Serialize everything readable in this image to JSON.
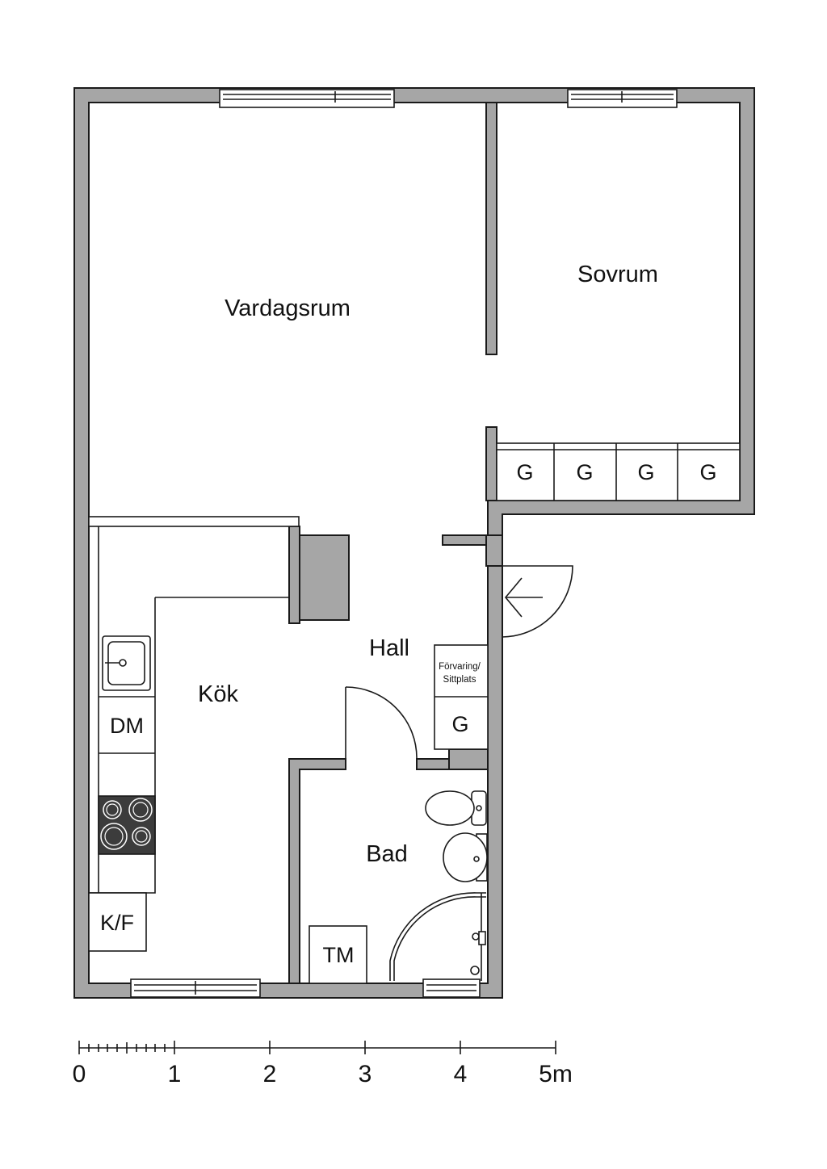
{
  "rooms": {
    "vardagsrum": "Vardagsrum",
    "sovrum": "Sovrum",
    "kok": "Kök",
    "hall": "Hall",
    "bad": "Bad"
  },
  "fixtures": {
    "wardrobe": "G",
    "dishwasher": "DM",
    "fridge_freezer": "K/F",
    "washing_machine": "TM",
    "storage_line1": "Förvaring/",
    "storage_line2": "Sittplats"
  },
  "scale": {
    "labels": [
      "0",
      "1",
      "2",
      "3",
      "4",
      "5m"
    ]
  },
  "colors": {
    "wall": "#a6a6a6",
    "line": "#1a1a1a",
    "stove": "#3c3c3c"
  }
}
